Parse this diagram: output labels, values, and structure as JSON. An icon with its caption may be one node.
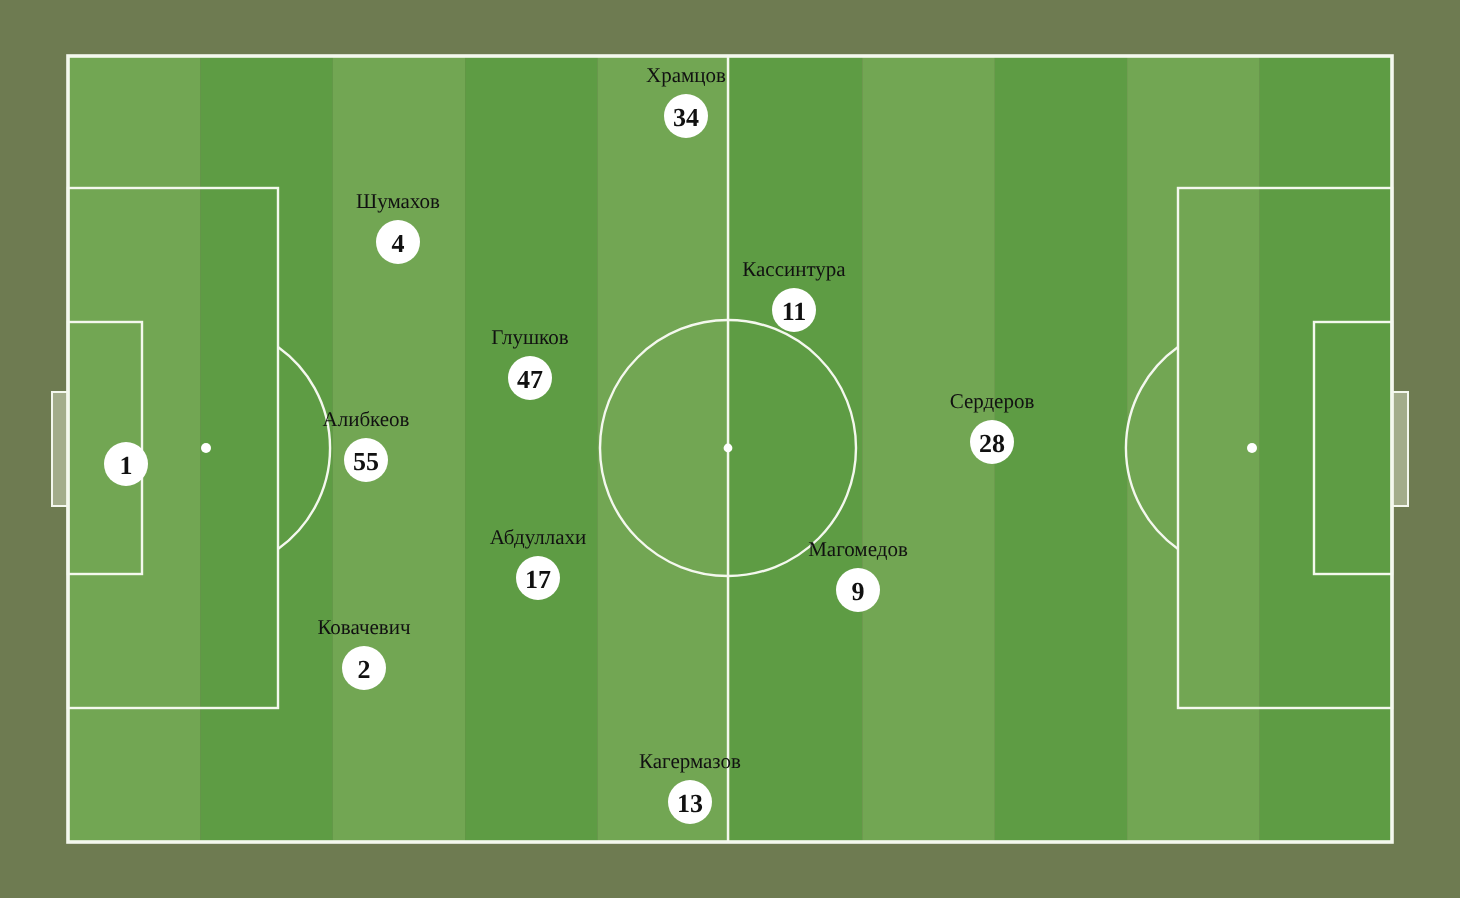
{
  "diagram": {
    "nodes": [
      {
        "text": [
          "34"
        ],
        "beside": [
          "Храмцов"
        ]
      },
      {
        "text": [
          "4"
        ],
        "beside": [
          "Шумахов"
        ]
      },
      {
        "text": [
          "11"
        ],
        "beside": [
          "Кассинтура"
        ]
      },
      {
        "text": [
          "47"
        ],
        "beside": [
          "Глушков"
        ]
      },
      {
        "text": [
          "28"
        ],
        "beside": [
          "Сердеров"
        ]
      },
      {
        "text": [
          "55"
        ],
        "beside": [
          "Алибкеов"
        ]
      },
      {
        "text": [
          "1"
        ]
      },
      {
        "text": [
          "17"
        ],
        "beside": [
          "Абдуллахи"
        ]
      },
      {
        "text": [
          "9"
        ],
        "beside": [
          "Магомедов"
        ]
      },
      {
        "text": [
          "2"
        ],
        "beside": [
          "Ковачевич"
        ]
      },
      {
        "text": [
          "13"
        ],
        "beside": [
          "Кагермазов"
        ]
      }
    ]
  }
}
